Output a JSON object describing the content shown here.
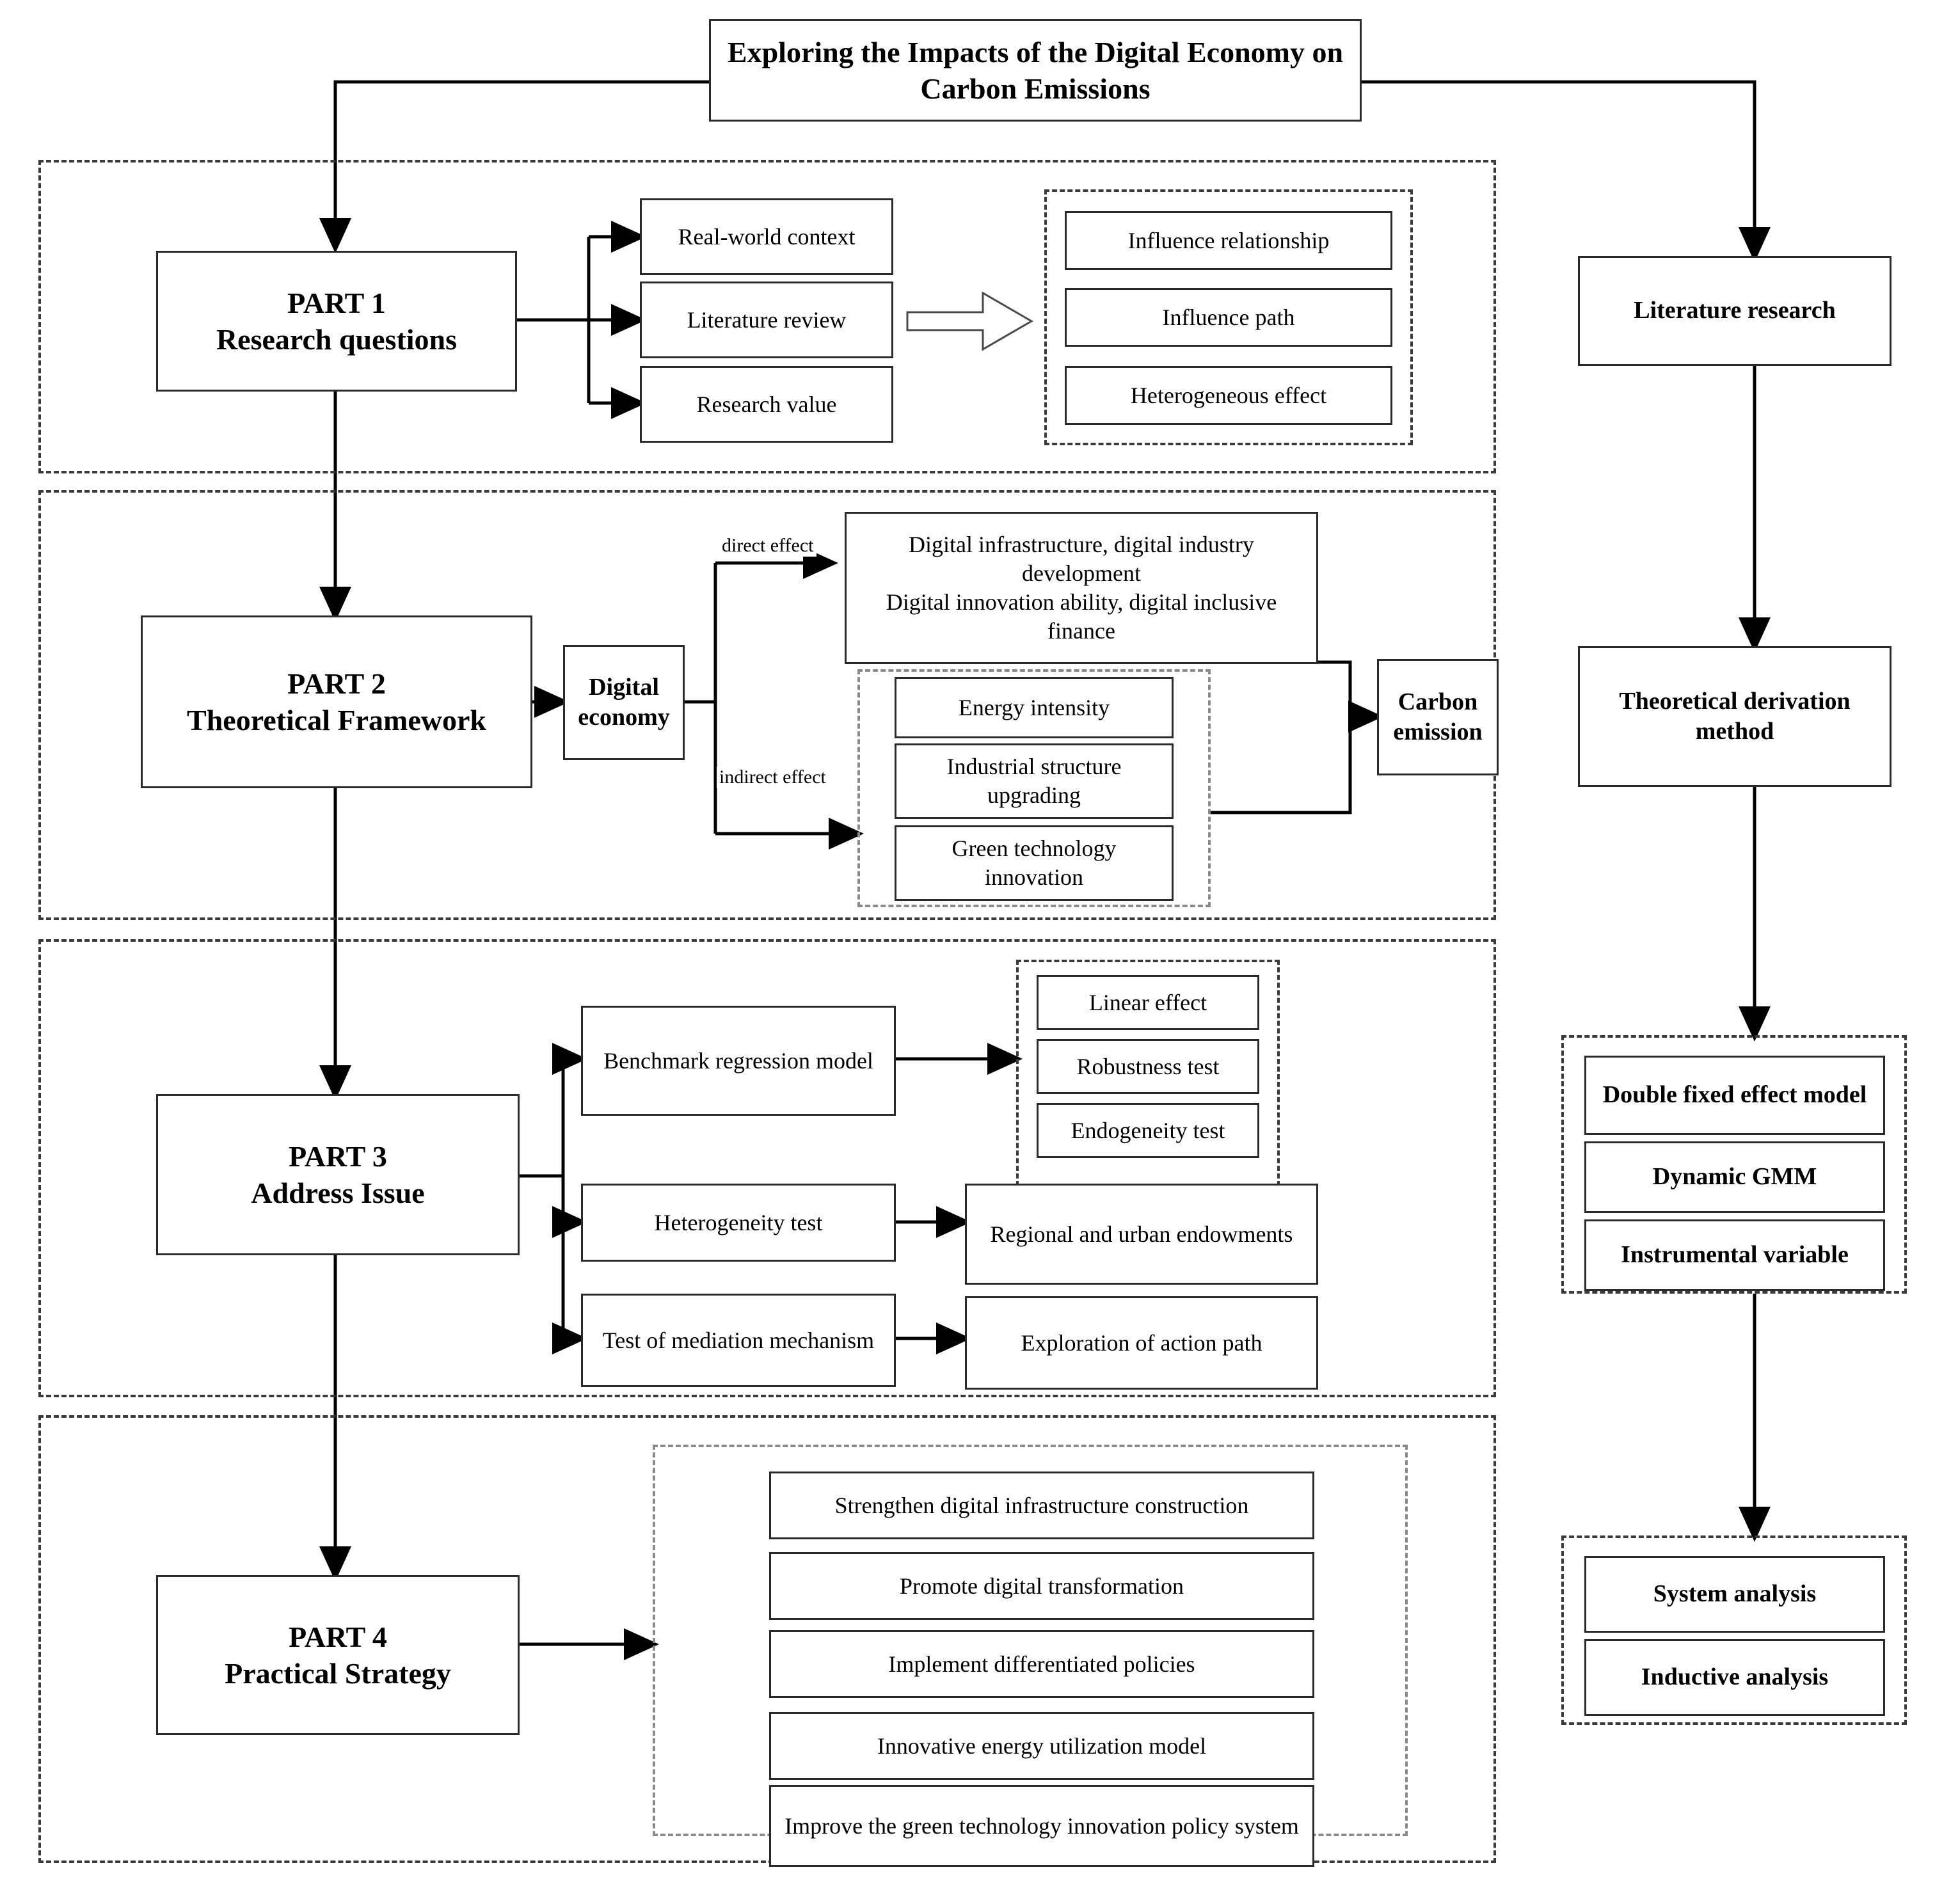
{
  "title": {
    "text": "Exploring the Impacts of the Digital Economy on Carbon Emissions"
  },
  "colors": {
    "box_border": "#2a2a2a",
    "group_border": "#3a3a3a",
    "line": "#000000",
    "background": "#ffffff"
  },
  "parts": [
    {
      "id": "part1",
      "heading_line1": "PART 1",
      "heading_line2": "Research questions",
      "steps": [
        "Real-world context",
        "Literature review",
        "Research value"
      ],
      "outcomes_group": [
        "Influence relationship",
        "Influence path",
        "Heterogeneous effect"
      ]
    },
    {
      "id": "part2",
      "heading_line1": "PART 2",
      "heading_line2": "Theoretical Framework",
      "driver": "Digital economy",
      "edge_labels": {
        "direct": "direct effect",
        "indirect": "indirect effect"
      },
      "direct_box": "Digital infrastructure, digital industry development\nDigital innovation ability, digital inclusive finance",
      "direct_box_line1": "Digital infrastructure, digital industry",
      "direct_box_line2": "development",
      "direct_box_line3": "Digital innovation ability, digital inclusive",
      "direct_box_line4": "finance",
      "mediators_group": [
        "Energy intensity",
        "Industrial structure upgrading",
        "Green technology innovation"
      ],
      "target": "Carbon emission"
    },
    {
      "id": "part3",
      "heading_line1": "PART 3",
      "heading_line2": "Address Issue",
      "branches": [
        {
          "method": "Benchmark regression model",
          "results_group": [
            "Linear effect",
            "Robustness test",
            "Endogeneity test"
          ],
          "result_single": null
        },
        {
          "method": "Heterogeneity test",
          "results_group": null,
          "result_single": "Regional and urban endowments"
        },
        {
          "method": "Test of mediation mechanism",
          "results_group": null,
          "result_single": "Exploration of action path"
        }
      ]
    },
    {
      "id": "part4",
      "heading_line1": "PART 4",
      "heading_line2": "Practical Strategy",
      "strategies": [
        "Strengthen digital infrastructure construction",
        "Promote digital transformation",
        "Implement differentiated policies",
        "Innovative energy utilization model",
        "Improve the green technology innovation policy system"
      ]
    }
  ],
  "methods_column": {
    "literature_research": "Literature research",
    "theoretical_derivation": "Theoretical derivation method",
    "models_group": [
      "Double fixed effect model",
      "Dynamic GMM",
      "Instrumental variable"
    ],
    "analysis_group": [
      "System analysis",
      "Inductive analysis"
    ]
  }
}
